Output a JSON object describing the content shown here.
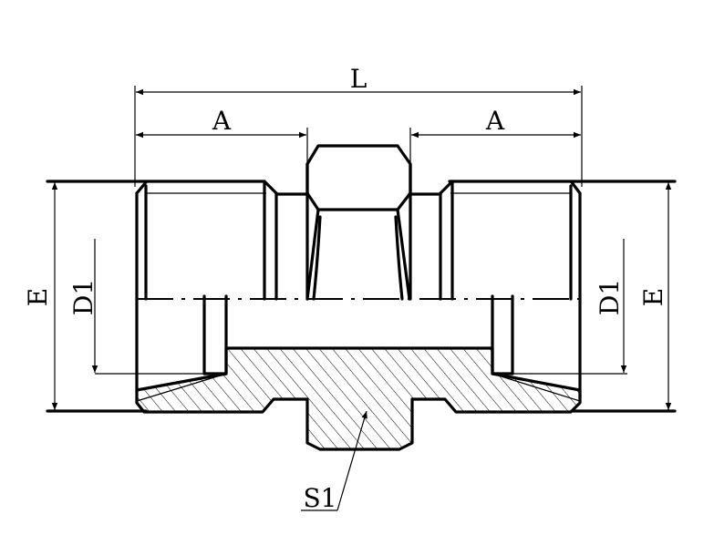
{
  "drawing": {
    "labels": {
      "overall_length": "L",
      "left_thread_length": "A",
      "right_thread_length": "A",
      "left_outer_diameter": "E",
      "right_outer_diameter": "E",
      "left_inner_diameter": "D1",
      "right_inner_diameter": "D1",
      "hex_size": "S1"
    }
  }
}
